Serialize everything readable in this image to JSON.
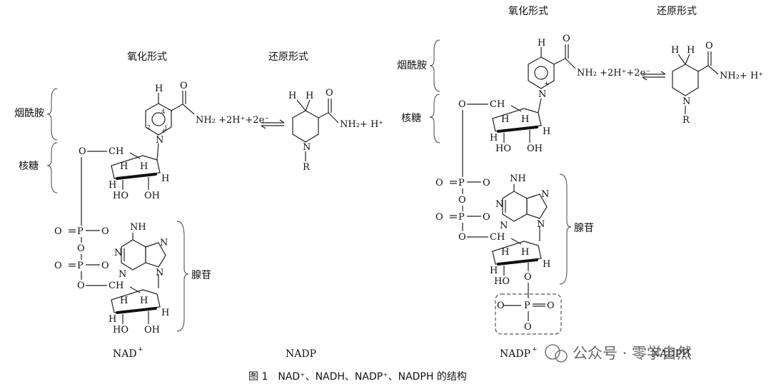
{
  "left_panel": {
    "ox_label": "氧化形式",
    "red_label": "还原形式",
    "nicotinamide_label": "烟酰胺",
    "ribose_label": "核糖",
    "adenosine_label": "腺苷",
    "reaction_text": "NH₂ +2H⁺+2e⁻",
    "right_product_text": "NH₂+ H⁺",
    "caption_nad": "NAD",
    "caption_nadp": "NADP"
  },
  "right_panel": {
    "ox_label": "氧化形式",
    "red_label": "还原形式",
    "nicotinamide_label": "烟酰胺",
    "ribose_label": "核糖",
    "adenosine_label": "腺苷",
    "caption_nadp_plus": "NADP",
    "caption_nadph": "NADPH"
  },
  "figure_caption": "图 1　NAD⁺、NADH、NADP⁺、NADPH 的结构",
  "watermark": "公众号 · 零学自然",
  "atoms": {
    "H": "H",
    "O": "O",
    "N": "N",
    "R": "R",
    "P": "P",
    "OH": "OH",
    "HO": "HO",
    "NH2": "NH",
    "CH2": "CH",
    "Ominus": "O"
  }
}
